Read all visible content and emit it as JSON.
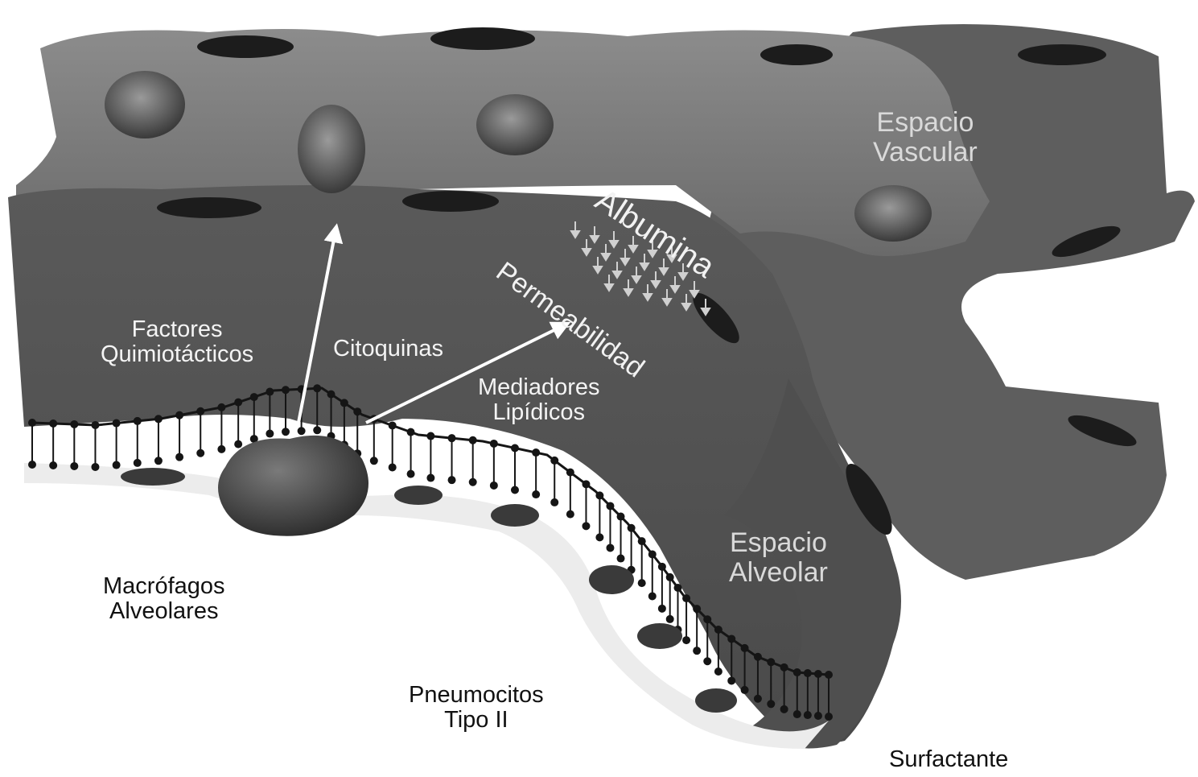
{
  "labels": {
    "espacio_vascular": [
      "Espacio",
      "Vascular"
    ],
    "albumina": "Albumina",
    "permeabilidad": "Permeabilidad",
    "factores_quimiotacticos": [
      "Factores",
      "Quimiotácticos"
    ],
    "citoquinas": "Citoquinas",
    "mediadores_lipidicos": [
      "Mediadores",
      "Lipídicos"
    ],
    "espacio_alveolar": [
      "Espacio",
      "Alveolar"
    ],
    "macrofagos_alveolares": [
      "Macrófagos",
      "Alveolares"
    ],
    "pneumocitos_tipo_ii": [
      "Pneumocitos",
      "Tipo II"
    ],
    "surfactante": "Surfactante"
  },
  "colors": {
    "tissue_top": "#7f7f7f",
    "tissue_front": "#5c5c5c",
    "tissue_dark": "#3c3c3c",
    "nucleus": "#1c1c1c",
    "surfactant_layer": "#ececec",
    "lipid_head": "#151515",
    "arrow": "#ffffff"
  }
}
